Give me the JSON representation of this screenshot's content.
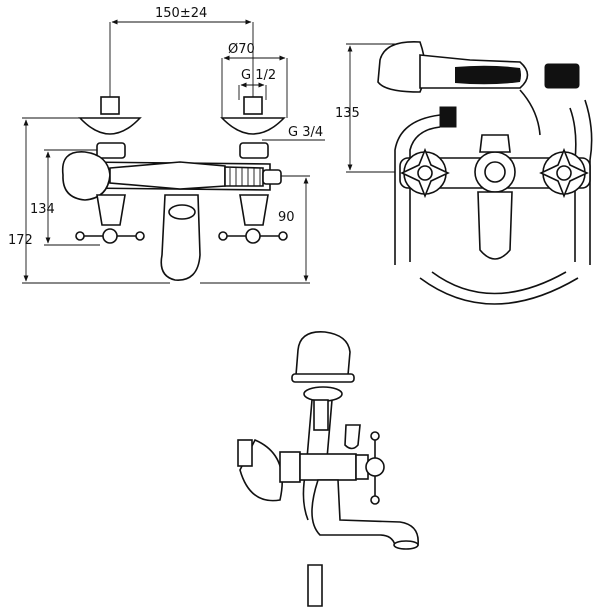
{
  "dimensions": {
    "center_spacing": "150±24",
    "diameter": "Ø70",
    "inlet_thread": "G 1/2",
    "outlet_thread": "G 3/4",
    "height_134": "134",
    "height_172": "172",
    "height_90": "90",
    "height_135": "135"
  },
  "colors": {
    "line": "#111111",
    "background": "#ffffff"
  },
  "icons": {
    "front_view": "faucet-front-elevation",
    "top_view": "faucet-top-plan",
    "side_view": "faucet-side-elevation"
  }
}
